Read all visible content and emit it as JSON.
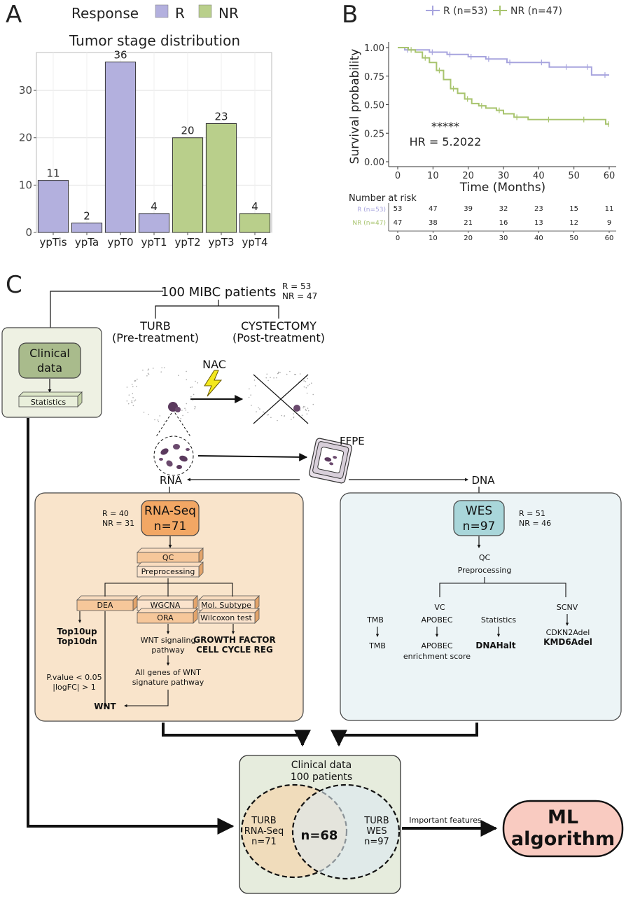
{
  "panel_a": {
    "letter": "A",
    "legend_title": "Response",
    "legend_items": [
      {
        "label": "R",
        "color": "#b3b0de"
      },
      {
        "label": "NR",
        "color": "#b9cf8b"
      }
    ],
    "chart_title": "Tumor stage distribution",
    "y_ticks": [
      "0",
      "10",
      "20",
      "30"
    ]
  },
  "chart_data": [
    {
      "type": "bar",
      "title": "Tumor stage distribution",
      "categories": [
        "ypTis",
        "ypTa",
        "ypT0",
        "ypT1",
        "ypT2",
        "ypT3",
        "ypT4"
      ],
      "values": [
        11,
        2,
        36,
        4,
        20,
        23,
        4
      ],
      "response": [
        "R",
        "R",
        "R",
        "R",
        "NR",
        "NR",
        "NR"
      ],
      "colors": {
        "R": "#b3b0de",
        "NR": "#b9cf8b"
      },
      "ylim": [
        0,
        38
      ],
      "y_ticks": [
        0,
        10,
        20,
        30
      ],
      "grid": true,
      "legend": "top"
    },
    {
      "type": "line",
      "title": "",
      "xlabel": "Time (Months)",
      "ylabel": "Survival probability",
      "xlim": [
        0,
        60
      ],
      "ylim": [
        0,
        1
      ],
      "x_ticks": [
        0,
        10,
        20,
        30,
        40,
        50,
        60
      ],
      "y_ticks": [
        "0.00",
        "0.25",
        "0.50",
        "0.75",
        "1.00"
      ],
      "legend": "top",
      "series": [
        {
          "name": "R (n=53)",
          "color": "#a7a4de",
          "x": [
            0,
            2,
            6,
            9,
            12,
            14,
            17,
            20,
            22,
            25,
            28,
            31,
            35,
            40,
            43,
            47,
            50,
            53,
            55,
            58,
            60
          ],
          "y": [
            1.0,
            0.98,
            0.98,
            0.96,
            0.96,
            0.94,
            0.94,
            0.92,
            0.92,
            0.9,
            0.9,
            0.87,
            0.87,
            0.87,
            0.83,
            0.83,
            0.83,
            0.83,
            0.76,
            0.76,
            0.76
          ]
        },
        {
          "name": "NR (n=47)",
          "color": "#a8c46e",
          "x": [
            0,
            3,
            5,
            7,
            9,
            11,
            13,
            15,
            17,
            19,
            21,
            23,
            25,
            28,
            30,
            33,
            37,
            42,
            47,
            52,
            57,
            59,
            60
          ],
          "y": [
            1.0,
            0.98,
            0.96,
            0.91,
            0.87,
            0.8,
            0.72,
            0.64,
            0.6,
            0.55,
            0.51,
            0.49,
            0.47,
            0.45,
            0.42,
            0.39,
            0.37,
            0.37,
            0.37,
            0.37,
            0.37,
            0.33,
            0.33
          ]
        }
      ],
      "annotations": [
        "*****",
        "HR = 5.2022"
      ]
    }
  ],
  "panel_b": {
    "letter": "B",
    "legend": [
      "R (n=53)",
      "NR (n=47)"
    ],
    "y_ticks": [
      "0.00",
      "0.25",
      "0.50",
      "0.75",
      "1.00"
    ],
    "x_ticks": [
      "0",
      "10",
      "20",
      "30",
      "40",
      "50",
      "60"
    ],
    "ylabel": "Survival probability",
    "xlabel": "Time (Months)",
    "stars": "*****",
    "hr": "HR = 5.2022",
    "risk_title": "Number at risk",
    "risk_rows": [
      {
        "label": "R (n=53)",
        "values": [
          "53",
          "47",
          "39",
          "32",
          "23",
          "15",
          "11"
        ]
      },
      {
        "label": "NR (n=47)",
        "values": [
          "47",
          "38",
          "21",
          "16",
          "13",
          "12",
          "9"
        ]
      }
    ],
    "risk_x_ticks": [
      "0",
      "10",
      "20",
      "30",
      "40",
      "50",
      "60"
    ]
  },
  "panel_c": {
    "letter": "C",
    "patients": "100 MIBC patients",
    "r_count": "R = 53",
    "nr_count": "NR = 47",
    "turb": "TURB",
    "turb_sub": "(Pre-treatment)",
    "cystectomy": "CYSTECTOMY",
    "cystectomy_sub": "(Post-treatment)",
    "nac": "NAC",
    "ffpe": "FFPE",
    "rna": "RNA",
    "dna": "DNA",
    "clinical_title_1": "Clinical",
    "clinical_title_2": "data",
    "statistics": "Statistics",
    "rna_box": {
      "title": "RNA-Seq",
      "n": "n=71",
      "r": "R = 40",
      "nr": "NR = 31",
      "qc": "QC",
      "preprocessing": "Preprocessing",
      "dea": "DEA",
      "wgcna": "WGCNA",
      "ora": "ORA",
      "mol_subtype": "Mol. Subtype",
      "wilcoxon": "Wilcoxon test",
      "top10up": "Top10up",
      "top10dn": "Top10dn",
      "wnt_path_1": "WNT signaling",
      "wnt_path_2": "pathway",
      "gf": "GROWTH FACTOR",
      "ccr": "CELL CYCLE REG",
      "all_genes_1": "All genes of WNT",
      "all_genes_2": "signature pathway",
      "pval": "P.value < 0.05",
      "logfc": "|logFC| > 1",
      "wnt": "WNT"
    },
    "wes_box": {
      "title": "WES",
      "n": "n=97",
      "r": "R = 51",
      "nr": "NR = 46",
      "qc": "QC",
      "preprocessing": "Preprocessing",
      "vc": "VC",
      "scnv": "SCNV",
      "tmb_box": "TMB",
      "apobec_box": "APOBEC",
      "statistics_box": "Statistics",
      "tmb": "TMB",
      "apobec_1": "APOBEC",
      "apobec_2": "enrichment score",
      "dnahalt": "DNAHalt",
      "cdkn2adel": "CDKN2Adel",
      "kmd6adel": "KMD6Adel"
    },
    "integration": {
      "title_1": "Clinical data",
      "title_2": "100 patients",
      "left_1": "TURB",
      "left_2": "RNA-Seq",
      "left_3": "n=71",
      "center": "n=68",
      "right_1": "TURB",
      "right_2": "WES",
      "right_3": "n=97",
      "features": "Important features"
    },
    "ml_1": "ML",
    "ml_2": "algorithm"
  }
}
